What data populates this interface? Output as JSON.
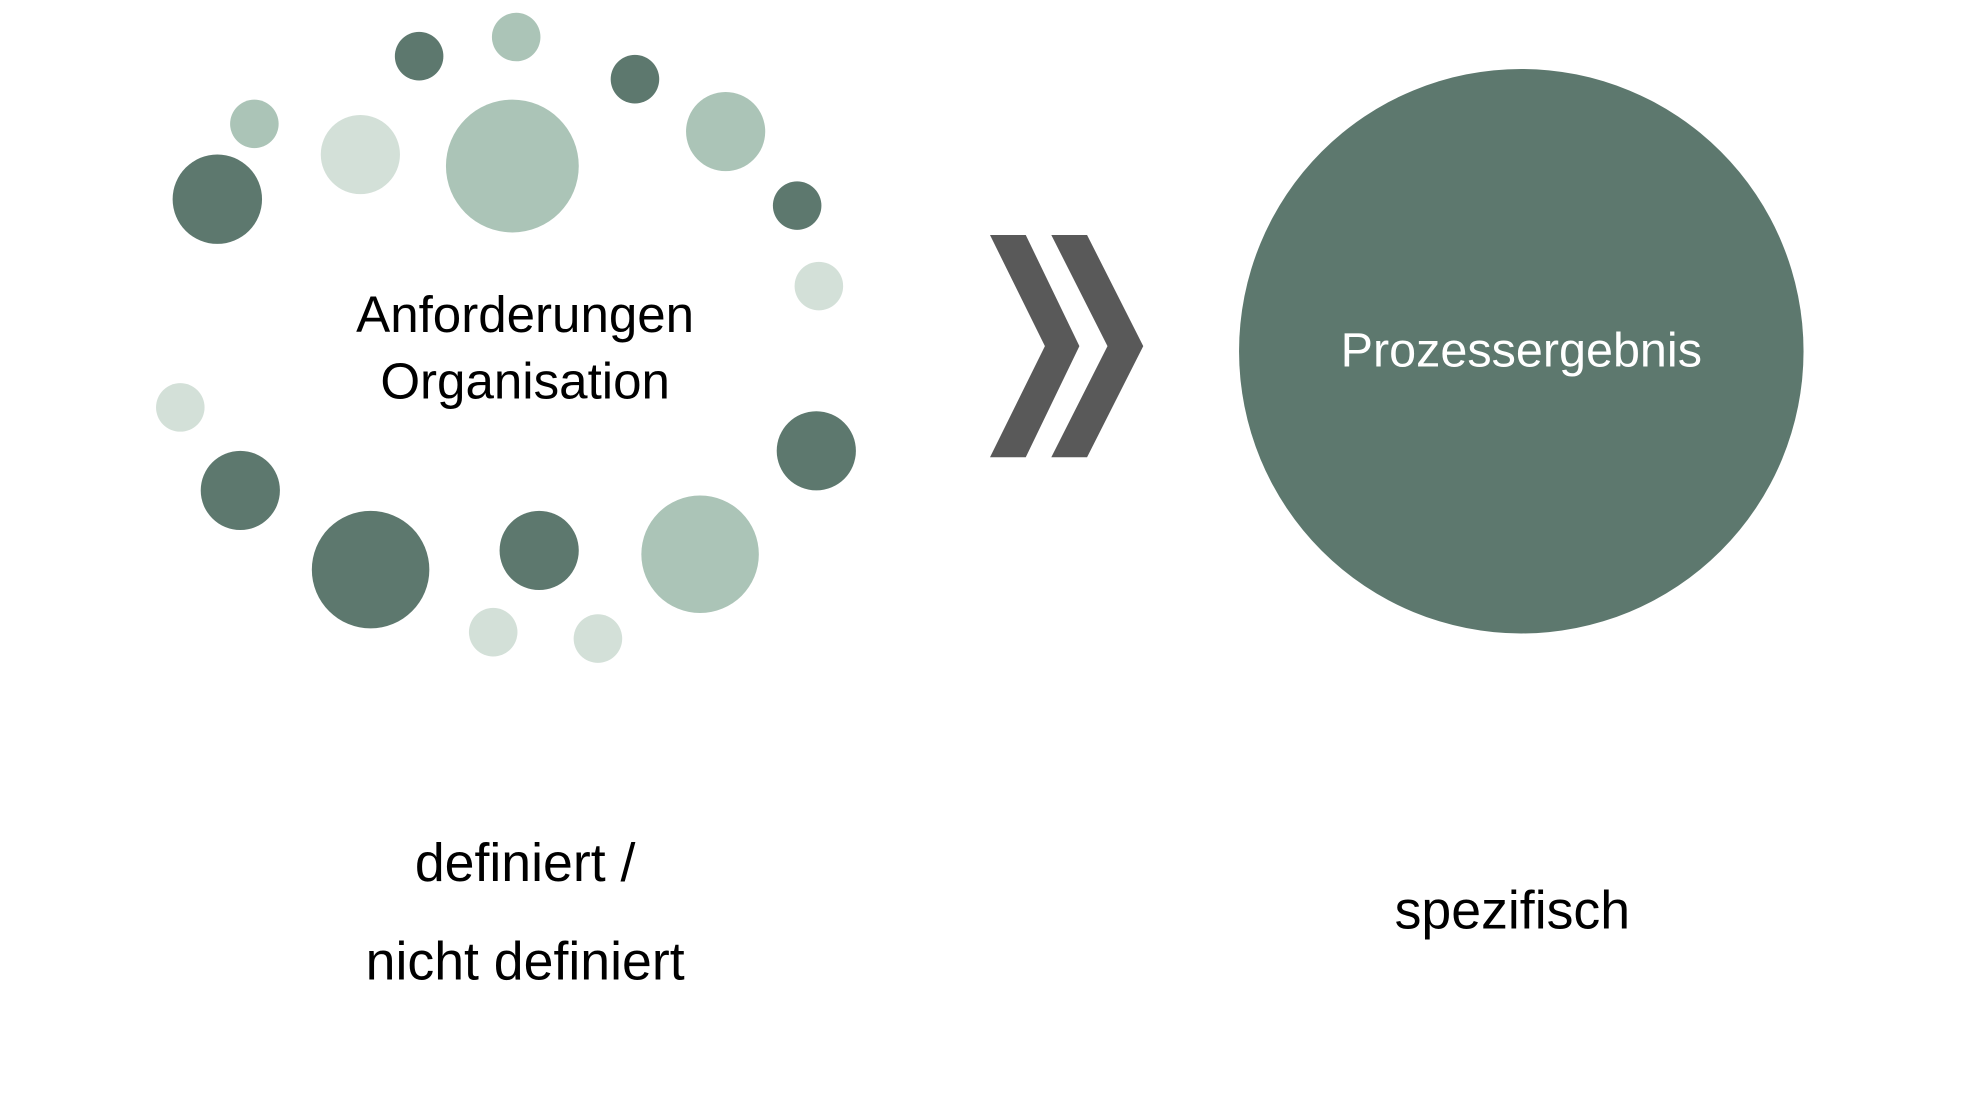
{
  "colors": {
    "dark": "#5d786e",
    "mid": "#abc4b7",
    "light": "#d3e0d8",
    "chevron": "#595959",
    "text": "#000000",
    "result_text": "#ffffff"
  },
  "left": {
    "title_line1": "Anforderungen",
    "title_line2": "Organisation",
    "caption_line1": "definiert /",
    "caption_line2": "nicht definiert"
  },
  "arrow": {
    "icon": "double-chevron-right-icon"
  },
  "right": {
    "title": "Prozessergebnis",
    "caption": "spezifisch"
  }
}
